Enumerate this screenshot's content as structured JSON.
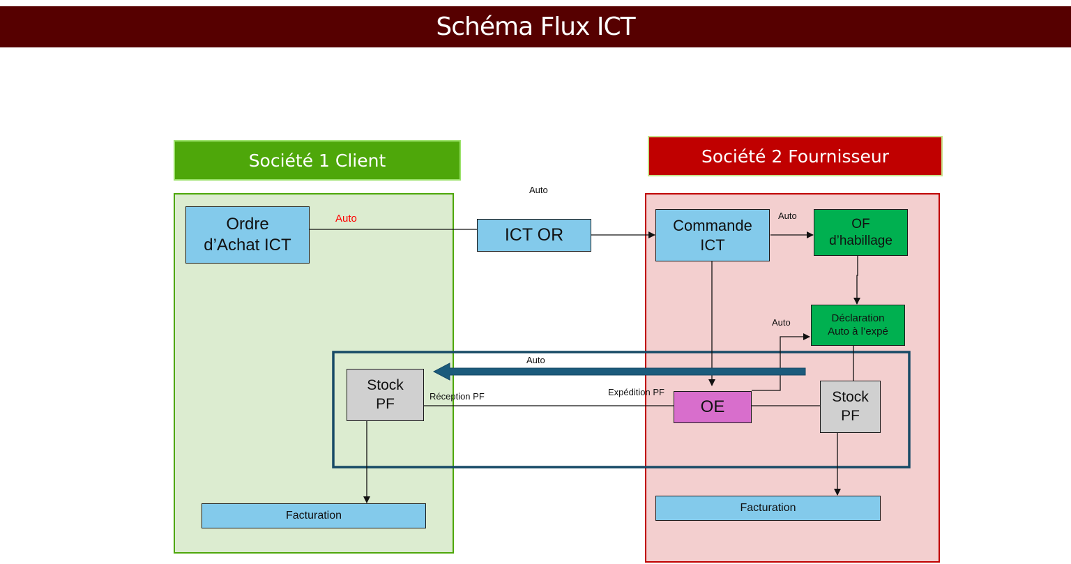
{
  "title": "Schéma Flux ICT",
  "colors": {
    "title_bar": "#560000",
    "client_header": "#4ea70a",
    "supplier_header": "#c00000",
    "client_zone": "#dcecd0",
    "supplier_zone": "#f3cfcf",
    "process_blue": "#83caeb",
    "process_green": "#00b050",
    "stock_grey": "#d0d0d0",
    "oe_pink": "#d86ecc",
    "logistics_frame": "#174a66"
  },
  "client": {
    "header": "Société 1 Client",
    "nodes": {
      "purchase_order": "Ordre\nd’Achat ICT",
      "stock": "Stock\nPF",
      "invoicing": "Facturation"
    }
  },
  "supplier": {
    "header": "Société 2 Fournisseur",
    "nodes": {
      "order": "Commande\nICT",
      "of": "OF\nd’habillage",
      "declaration": "Déclaration\nAuto à l’expé",
      "oe": "OE",
      "stock": "Stock\nPF",
      "invoicing": "Facturation"
    }
  },
  "intermediate": {
    "ict_or": "ICT OR"
  },
  "edge_labels": {
    "po_to_ictor": "Auto",
    "ictor_to_order": "Auto",
    "order_to_of": "Auto",
    "oe_to_declaration": "Auto",
    "big_arrow": "Auto",
    "reception": "Réception PF",
    "expedition": "Expédition PF"
  }
}
